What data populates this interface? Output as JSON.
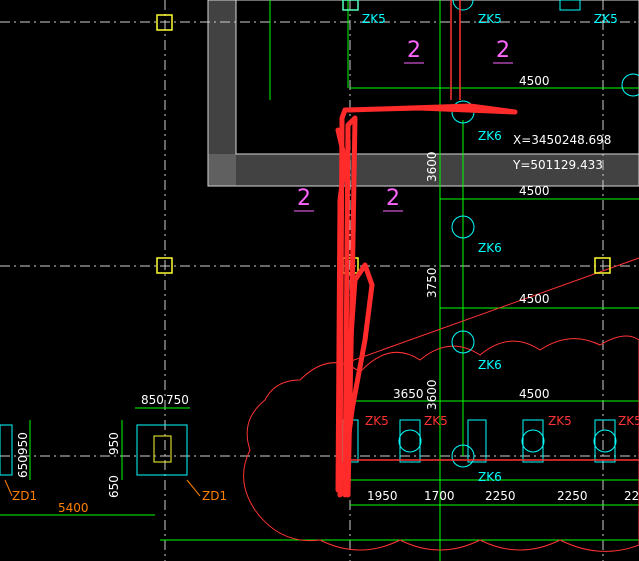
{
  "colors": {
    "background": "#000000",
    "grid": "#00ff00",
    "axis_dash": "#cfcfcf",
    "column_yellow": "#ffff33",
    "pile_cyan": "#00ffff",
    "label_red": "#ff3333",
    "label_magenta": "#ff66ff",
    "label_orange": "#ff8000",
    "markup_red": "#ff2a2a",
    "dim_white": "#ffffff"
  },
  "piles": {
    "zk5_top_left": "ZK5",
    "zk5_top_mid": "ZK5",
    "zk5_top_right": "ZK5",
    "zk6_a": "ZK6",
    "zk6_b": "ZK6",
    "zk6_c": "ZK6",
    "zk6_d": "ZK6",
    "zk5_row_1": "ZK5",
    "zk5_row_2": "ZK5",
    "zk5_row_3": "ZK5",
    "zk5_row_4": "ZK5"
  },
  "section_marks": {
    "m1": "2",
    "m2": "2",
    "m3": "2",
    "m4": "2"
  },
  "coordinates": {
    "x": "X=3450248.698",
    "y": "Y=501129.433"
  },
  "dimensions": {
    "h1": "4500",
    "h2": "4500",
    "h3": "4500",
    "h4": "3650",
    "h5": "4500",
    "v1": "3600",
    "v2": "3750",
    "v3": "3600",
    "b1": "1950",
    "b2": "1700",
    "b3": "2250",
    "b4": "2250",
    "b5": "22",
    "zd_850": "850",
    "zd_750": "750",
    "zd_950_left": "950",
    "zd_650_left": "650",
    "zd_950": "950",
    "zd_650": "650",
    "span_5400": "5400"
  },
  "footings": {
    "zd1_left": "ZD1",
    "zd1_right": "ZD1"
  }
}
